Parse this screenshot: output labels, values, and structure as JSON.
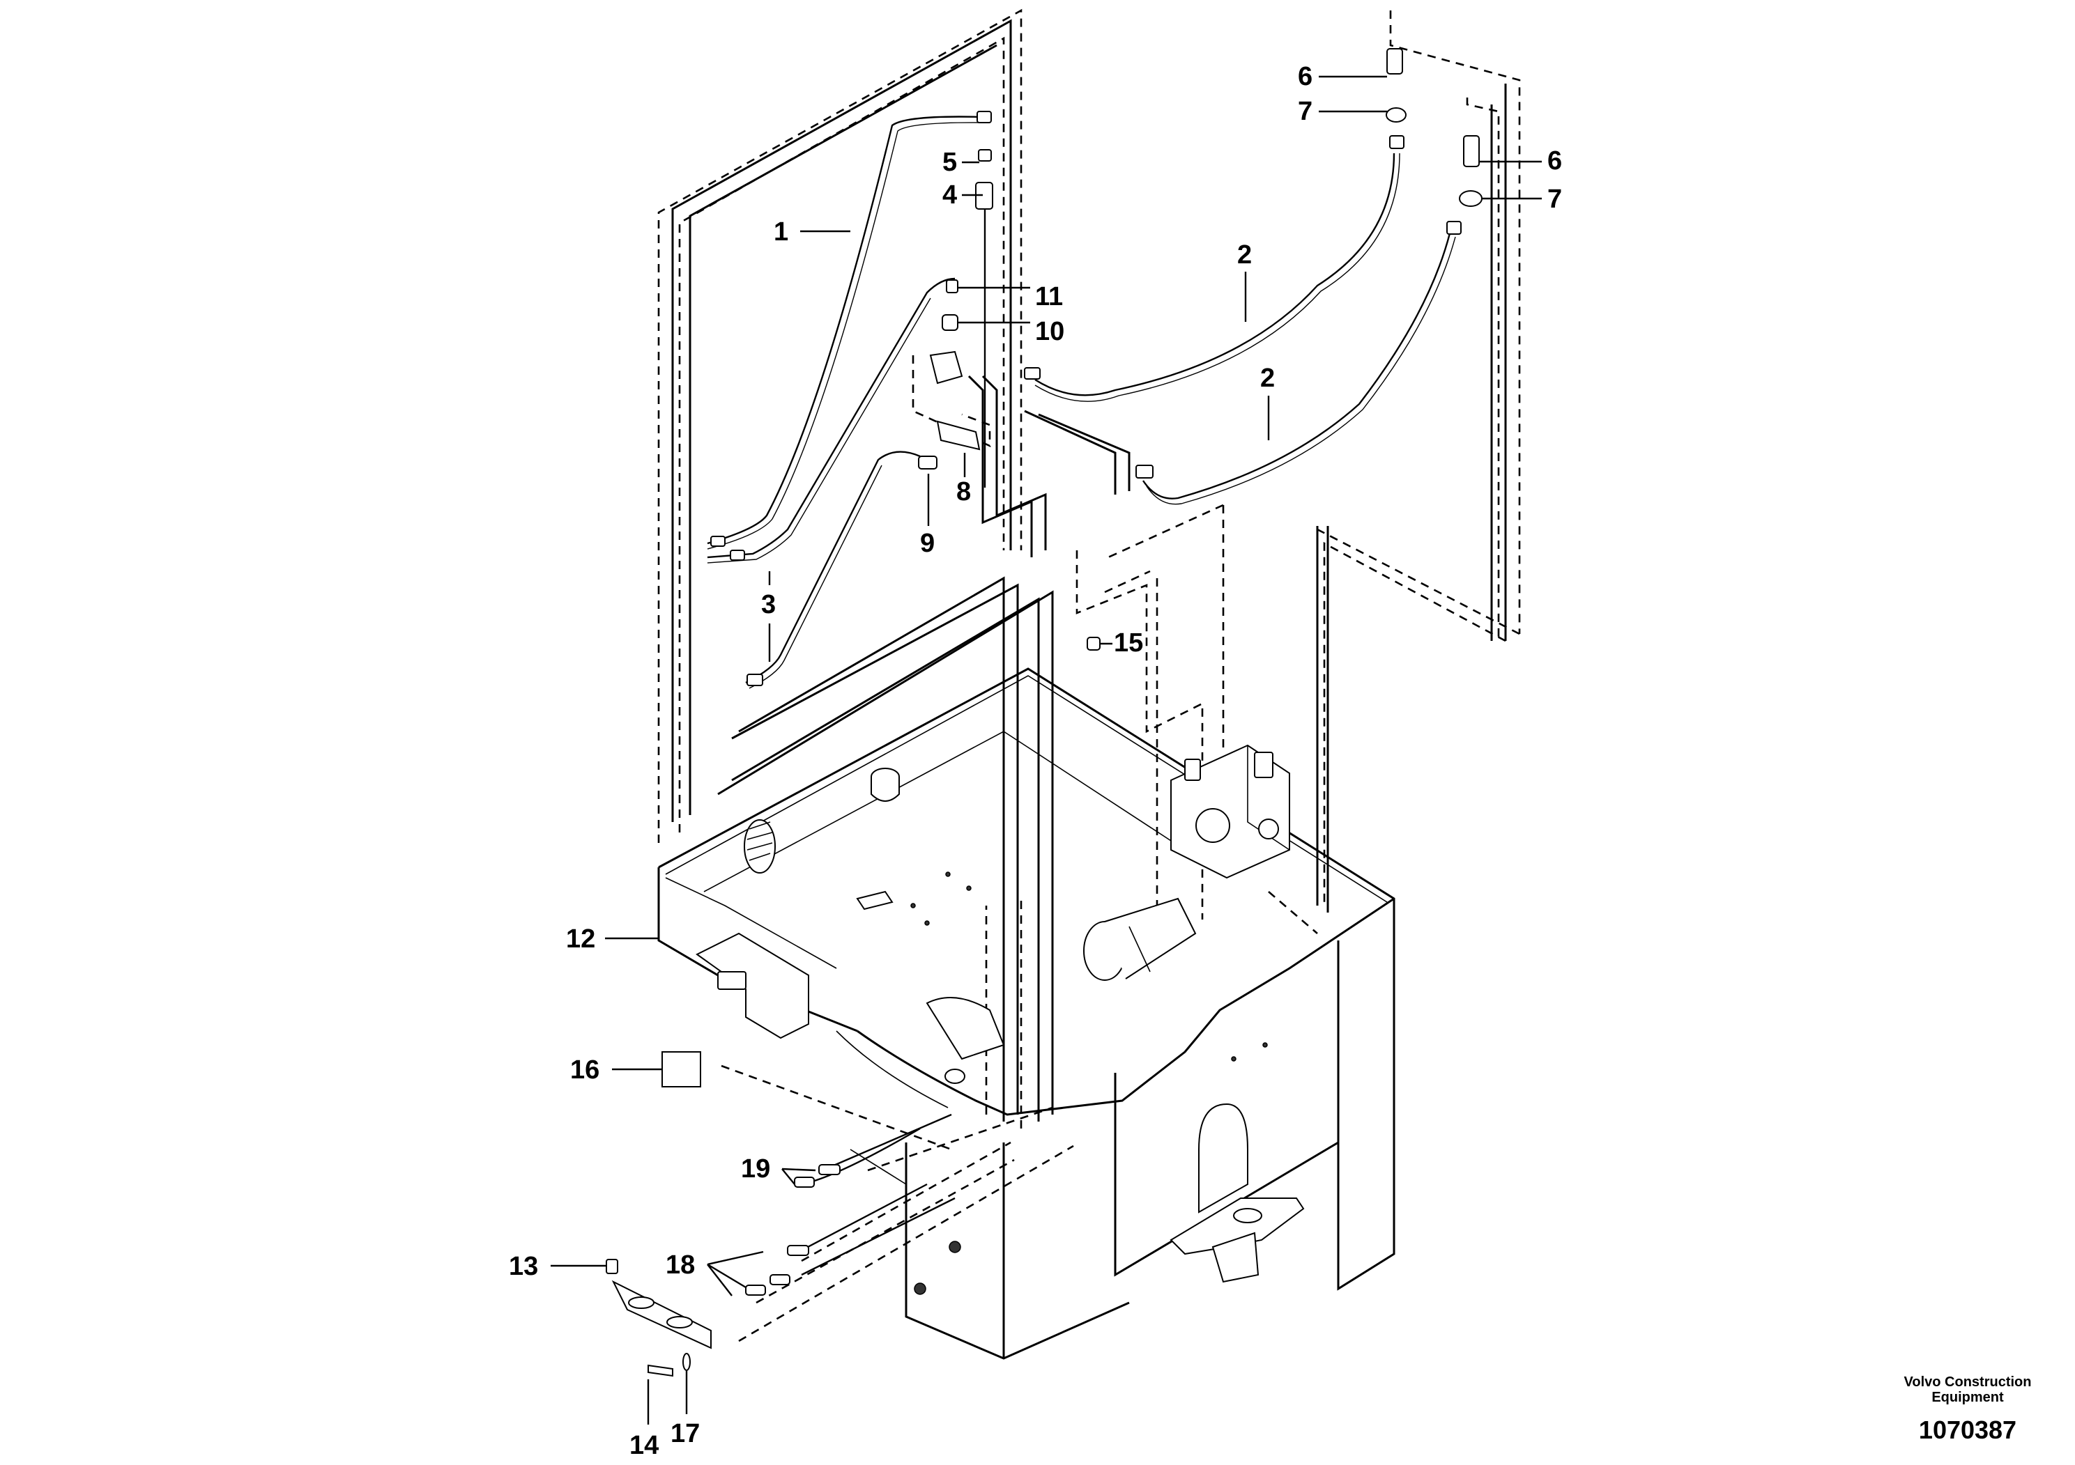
{
  "diagram": {
    "callouts": [
      {
        "id": "c1",
        "label": "1"
      },
      {
        "id": "c2a",
        "label": "2"
      },
      {
        "id": "c2b",
        "label": "2"
      },
      {
        "id": "c3",
        "label": "3"
      },
      {
        "id": "c4",
        "label": "4"
      },
      {
        "id": "c5",
        "label": "5"
      },
      {
        "id": "c6a",
        "label": "6"
      },
      {
        "id": "c6b",
        "label": "6"
      },
      {
        "id": "c7a",
        "label": "7"
      },
      {
        "id": "c7b",
        "label": "7"
      },
      {
        "id": "c8",
        "label": "8"
      },
      {
        "id": "c9",
        "label": "9"
      },
      {
        "id": "c10",
        "label": "10"
      },
      {
        "id": "c11",
        "label": "11"
      },
      {
        "id": "c12",
        "label": "12"
      },
      {
        "id": "c13",
        "label": "13"
      },
      {
        "id": "c14",
        "label": "14"
      },
      {
        "id": "c15",
        "label": "15"
      },
      {
        "id": "c16",
        "label": "16"
      },
      {
        "id": "c17",
        "label": "17"
      },
      {
        "id": "c18",
        "label": "18"
      },
      {
        "id": "c19",
        "label": "19"
      }
    ]
  },
  "footer": {
    "brand_line1": "Volvo Construction",
    "brand_line2": "Equipment",
    "drawing_number": "1070387"
  }
}
